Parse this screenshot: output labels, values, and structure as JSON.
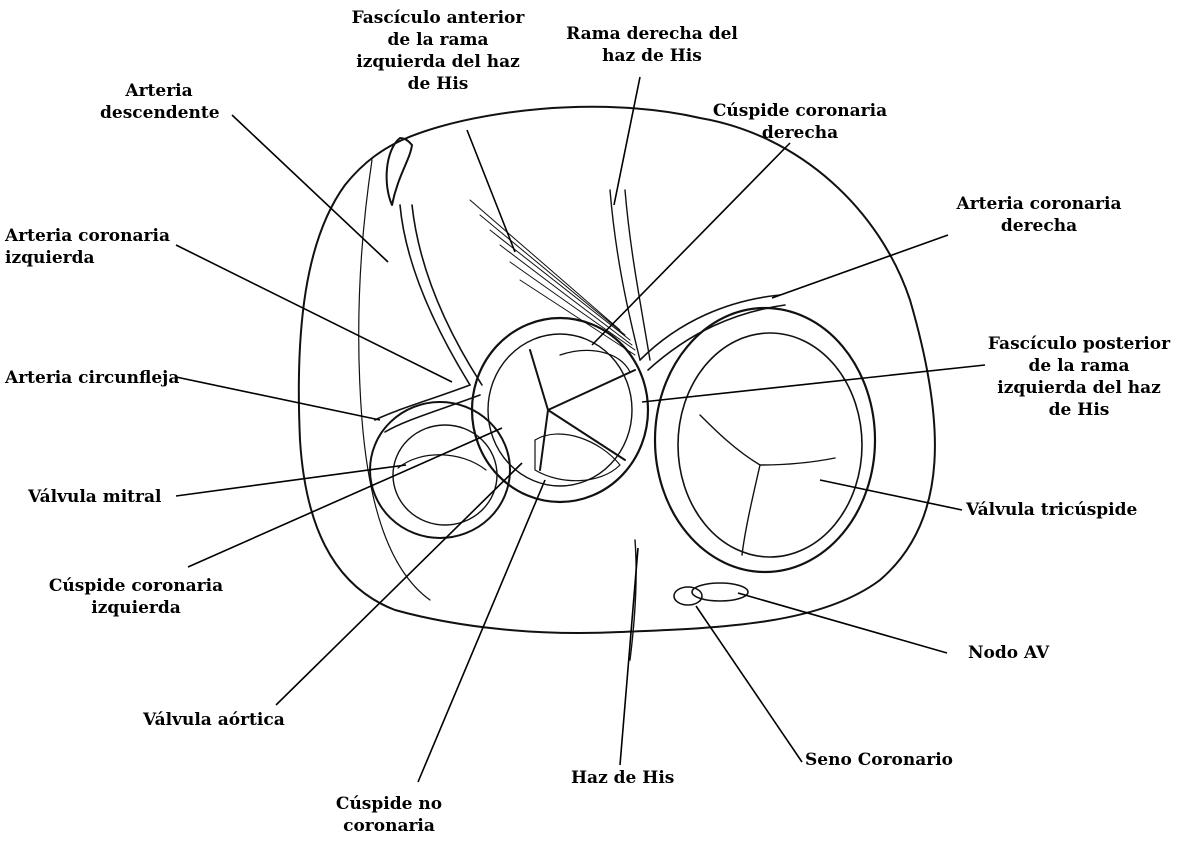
{
  "labels": {
    "fasciculo_anterior": [
      "Fascículo anterior",
      "de la rama",
      "izquierda del haz",
      "de His"
    ],
    "rama_derecha": [
      "Rama derecha del",
      "haz de His"
    ],
    "arteria_descendente": [
      "Arteria",
      "descendente"
    ],
    "cuspide_coronaria_derecha": [
      "Cúspide coronaria",
      "derecha"
    ],
    "arteria_coronaria_derecha": [
      "Arteria coronaria",
      "derecha"
    ],
    "arteria_coronaria_izquierda": [
      "Arteria coronaria",
      "izquierda"
    ],
    "fasciculo_posterior": [
      "Fascículo posterior",
      "de la rama",
      "izquierda del haz",
      "de His"
    ],
    "arteria_circunfleja": [
      "Arteria circunfleja"
    ],
    "valvula_mitral": [
      "Válvula mitral"
    ],
    "valvula_tricuspide": [
      "Válvula tricúspide"
    ],
    "cuspide_coronaria_izquierda": [
      "Cúspide coronaria",
      "izquierda"
    ],
    "nodo_av": [
      "Nodo AV"
    ],
    "valvula_aortica": [
      "Válvula aórtica"
    ],
    "seno_coronario": [
      "Seno Coronario"
    ],
    "haz_de_his": [
      "Haz de His"
    ],
    "cuspide_no_coronaria": [
      "Cúspide no",
      "coronaria"
    ]
  }
}
